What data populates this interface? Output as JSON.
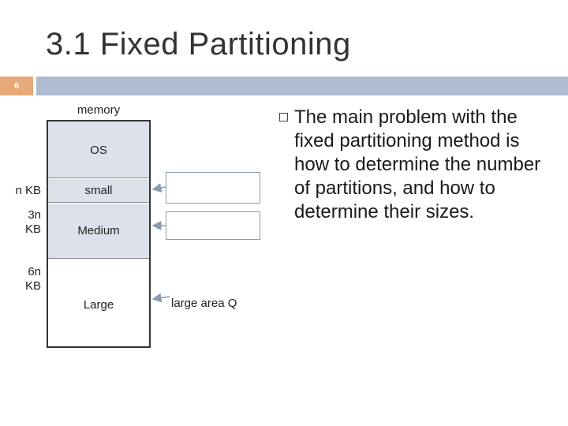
{
  "slide": {
    "title": "3.1 Fixed Partitioning",
    "number": "6"
  },
  "memory": {
    "label": "memory",
    "segments": {
      "os": "OS",
      "small": "small",
      "medium": "Medium",
      "large": "Large"
    },
    "sizes": {
      "n": "n KB",
      "n3_line1": "3n",
      "n3_line2": "KB",
      "n6_line1": "6n",
      "n6_line2": "KB"
    }
  },
  "queues": {
    "large_area": "large area Q"
  },
  "bullet": {
    "text": "The main problem with the fixed partitioning method is how to determine the number of partitions, and how to determine their sizes."
  },
  "colors": {
    "accent_orange": "#e8a978",
    "accent_blue": "#aebccf",
    "partition_fill": "#dde2ea"
  }
}
